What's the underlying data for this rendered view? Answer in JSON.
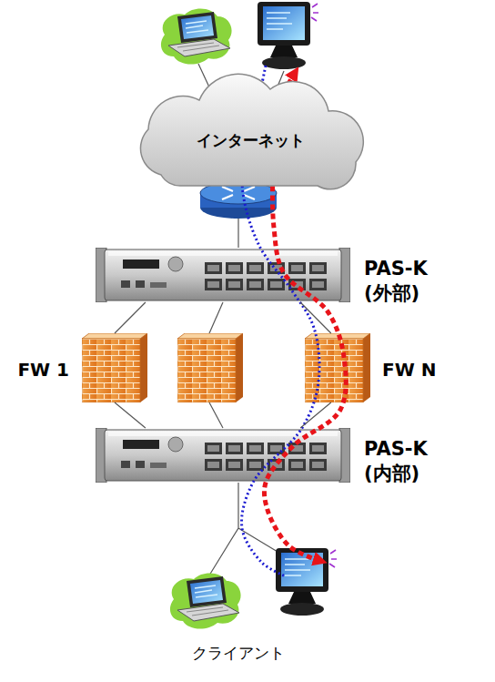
{
  "diagram": {
    "nodes": [
      {
        "text": [
          "インターネット"
        ]
      },
      {
        "text": [
          "PAS-K (外部)"
        ]
      },
      {
        "text": [
          "FW 1"
        ]
      },
      {
        "text": [
          "FW N"
        ]
      },
      {
        "text": [
          "PAS-K (内部)"
        ]
      }
    ],
    "edges": [
      {
        "from": 1,
        "to": 2,
        "arrow": "none"
      },
      {
        "from": 1,
        "to": 3,
        "arrow": "none"
      },
      {
        "from": 2,
        "to": 4,
        "arrow": "none"
      },
      {
        "from": 3,
        "to": 4,
        "arrow": "none"
      }
    ],
    "labels": [
      "クライアント"
    ]
  }
}
